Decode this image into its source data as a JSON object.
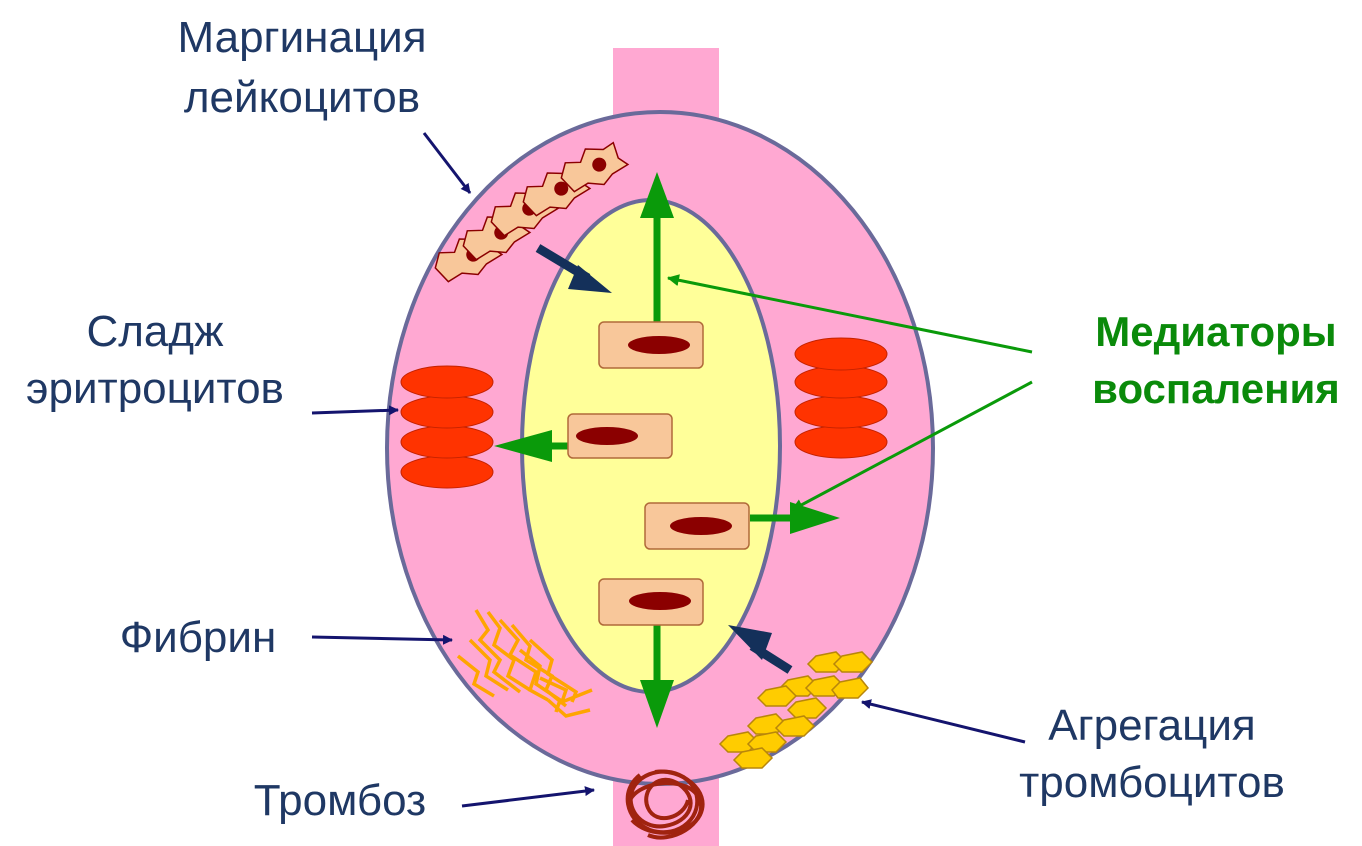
{
  "labels": {
    "margination_line1": "Маргинация",
    "margination_line2": "лейкоцитов",
    "sludge_line1": "Сладж",
    "sludge_line2": "эритроцитов",
    "fibrin": "Фибрин",
    "thrombosis": "Тромбоз",
    "mediators_line1": "Медиаторы",
    "mediators_line2": "воспаления",
    "aggregation_line1": "Агрегация",
    "aggregation_line2": "тромбоцитов"
  },
  "colors": {
    "vessel_wall": "#ffa8d2",
    "vessel_outline": "#6a6a9a",
    "lumen": "#ffff99",
    "endothelium": "#f8c79a",
    "nucleus": "#8b0000",
    "erythrocyte": "#ff3300",
    "mediator_arrow": "#0a9a0a",
    "pointer_arrow": "#14146e",
    "platelet": "#ffcc00",
    "fibrin": "#ffa500",
    "thrombus": "#a0230f"
  }
}
